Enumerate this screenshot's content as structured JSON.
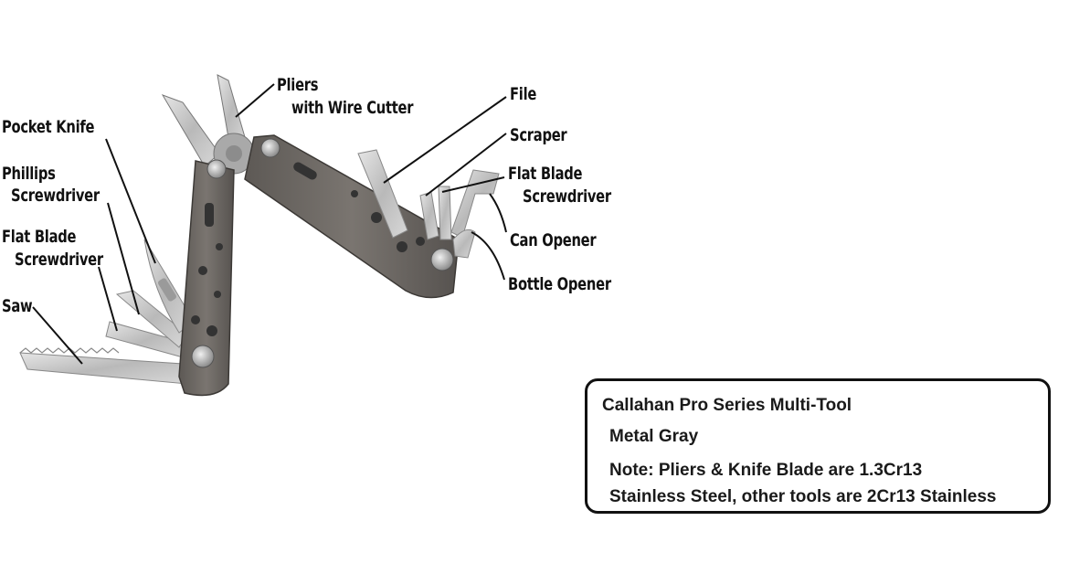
{
  "labels": {
    "pliers_line1": "Pliers",
    "pliers_line2": "with Wire Cutter",
    "pocket_knife": "Pocket Knife",
    "phillips_line1": "Phillips",
    "phillips_line2": "Screwdriver",
    "flat_left_line1": "Flat Blade",
    "flat_left_line2": "Screwdriver",
    "saw": "Saw",
    "file": "File",
    "scraper": "Scraper",
    "flat_right_line1": "Flat Blade",
    "flat_right_line2": "Screwdriver",
    "can_opener": "Can Opener",
    "bottle_opener": "Bottle Opener"
  },
  "info_box": {
    "title": "Callahan Pro Series Multi-Tool",
    "color": "Metal Gray",
    "note_line1": "Note: Pliers & Knife Blade are 1.3Cr13",
    "note_line2": "Stainless Steel, other tools are 2Cr13 Stainless"
  },
  "colors": {
    "handle": "#6f6a66",
    "steel": "#c9c9c9",
    "outline": "#111111"
  }
}
